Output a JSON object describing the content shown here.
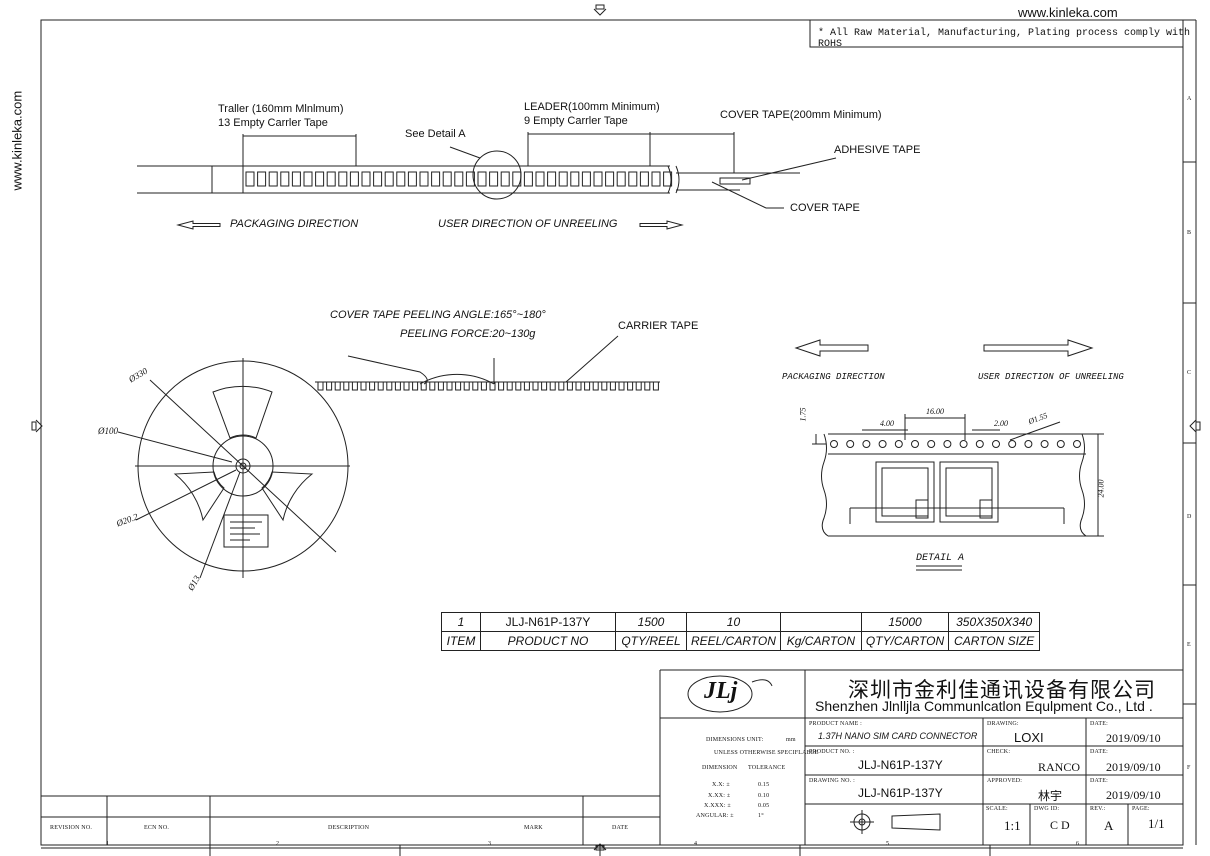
{
  "site": {
    "url": "www.kinleka.com",
    "side_url": "www.kinleka.com"
  },
  "rohs_note": "* All Raw Material, Manufacturing, Plating process comply with ROHS",
  "tape_labels": {
    "trailer_1": "Traller (160mm Mlnlmum)",
    "trailer_2": "13 Empty Carrler Tape",
    "see_detail": "See Detail A",
    "leader_1": "LEADER(100mm Minimum)",
    "leader_2": "9 Empty Carrler Tape",
    "cover_tape_min": "COVER TAPE(200mm Minimum)",
    "adhesive": "ADHESIVE TAPE",
    "cover_tape": "COVER TAPE",
    "packaging_direction": "PACKAGING DIRECTION",
    "user_direction": "USER DIRECTION OF UNREELING"
  },
  "reel_labels": {
    "peel_angle": "COVER TAPE PEELING ANGLE:165°~180°",
    "peel_force": "PEELING FORCE:20~130g",
    "carrier_tape": "CARRIER TAPE",
    "d330": "Ø330",
    "d100": "Ø100",
    "d20": "Ø20.2",
    "d13": "Ø13"
  },
  "detail": {
    "packaging_direction": "PACKAGING DIRECTION",
    "user_direction": "USER DIRECTION OF UNREELING",
    "dim_175": "1.75",
    "dim_4": "4.00",
    "dim_16": "16.00",
    "dim_2": "2.00",
    "dim_155": "Ø1.55",
    "dim_24": "24.00",
    "title": "DETAIL A"
  },
  "packing_table": {
    "row": [
      "1",
      "JLJ-N61P-137Y",
      "1500",
      "10",
      "",
      "15000",
      "350X350X340"
    ],
    "headers": [
      "ITEM",
      "PRODUCT NO",
      "QTY/REEL",
      "REEL/CARTON",
      "Kg/CARTON",
      "QTY/CARTON",
      "CARTON SIZE"
    ]
  },
  "title_block": {
    "logo_text": "JLj",
    "company_cn": "深圳市金利佳通讯设备有限公司",
    "company_en": "Shenzhen Jlnlljla Communlcatlon Equlpment Co., Ltd .",
    "dims_unit_label": "DIMENSIONS UNIT:",
    "dims_unit": "mm",
    "unless_label": "UNLESS OTHERWISE SPECIFLABLE",
    "dimension_label": "DIMENSION",
    "tolerance_label": "TOLERANCE",
    "tol_rows": [
      [
        "X.X: ±",
        "0.15"
      ],
      [
        "X.XX: ±",
        "0.10"
      ],
      [
        "X.XXX: ±",
        "0.05"
      ],
      [
        "ANGULAR: ±",
        "1°"
      ]
    ],
    "product_name_label": "PRODUCT NAME :",
    "product_name": "1.37H NANO SIM CARD CONNECTOR",
    "product_no_label": "PRODUCT NO. :",
    "product_no": "JLJ-N61P-137Y",
    "drawing_no_label": "DRAWING NO. :",
    "drawing_no": "JLJ-N61P-137Y",
    "drawing_label": "DRAWING:",
    "drawing_by": "LOXI",
    "check_label": "CHECK:",
    "check_by": "RANCO",
    "approved_label": "APPROVED:",
    "approved_by": "林宇",
    "date_label": "DATE:",
    "date1": "2019/09/10",
    "date2": "2019/09/10",
    "date3": "2019/09/10",
    "scale_label": "SCALE:",
    "scale": "1:1",
    "dwg_id_label": "DWG ID:",
    "dwg_id": "C D",
    "rev_label": "REV.:",
    "rev": "A",
    "page_label": "PAGE:",
    "page": "1/1"
  },
  "revision": {
    "rev_no": "REVISION NO.",
    "ecn_no": "ECN NO.",
    "description": "DESCRIPTION",
    "mark": "MARK",
    "date": "DATE"
  },
  "zones": {
    "bottom": [
      "1",
      "2",
      "3",
      "4",
      "5",
      "6"
    ],
    "right": [
      "A",
      "B",
      "C",
      "D",
      "E",
      "F"
    ]
  }
}
